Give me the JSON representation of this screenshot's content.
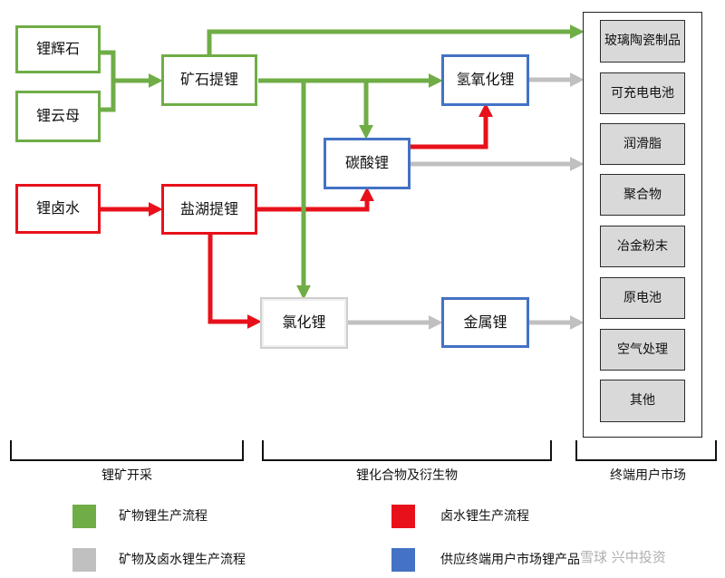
{
  "colors": {
    "mineral_flow": "#70AD47",
    "brine_flow": "#E8111B",
    "shared_flow": "#C0C0C0",
    "end_product_border": "#4472C4",
    "end_user_fill": "#D9D9D9"
  },
  "sources": {
    "spodumene": "锂辉石",
    "lepidolite": "锂云母",
    "brine": "锂卤水"
  },
  "extraction": {
    "ore": "矿石提锂",
    "salt_lake": "盐湖提锂"
  },
  "compounds": {
    "hydroxide": "氢氧化锂",
    "carbonate": "碳酸锂",
    "chloride": "氯化锂",
    "metal": "金属锂"
  },
  "end_users": [
    "玻璃陶瓷制品",
    "可充电电池",
    "润滑脂",
    "聚合物",
    "冶金粉末",
    "原电池",
    "空气处理",
    "其他"
  ],
  "sections": {
    "mining": "锂矿开采",
    "compounds": "锂化合物及衍生物",
    "end_market": "终端用户市场"
  },
  "legend": {
    "mineral": "矿物锂生产流程",
    "shared": "矿物及卤水锂生产流程",
    "brine": "卤水锂生产流程",
    "supply": "供应终端用户市场锂产品"
  },
  "watermark": "雪球 兴中投资"
}
